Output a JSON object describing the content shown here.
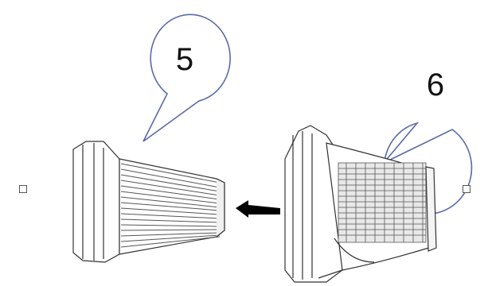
{
  "callouts": [
    {
      "id": "left",
      "number": "5"
    },
    {
      "id": "right",
      "number": "6"
    }
  ],
  "parts": [
    {
      "name": "filter-cartridge",
      "icon": "pleated-filter-cartridge"
    },
    {
      "name": "filter-housing",
      "icon": "filter-housing-with-mesh"
    }
  ],
  "arrow": {
    "direction": "left",
    "color": "#000000"
  },
  "colors": {
    "line": "#333333",
    "background": "#ffffff"
  }
}
